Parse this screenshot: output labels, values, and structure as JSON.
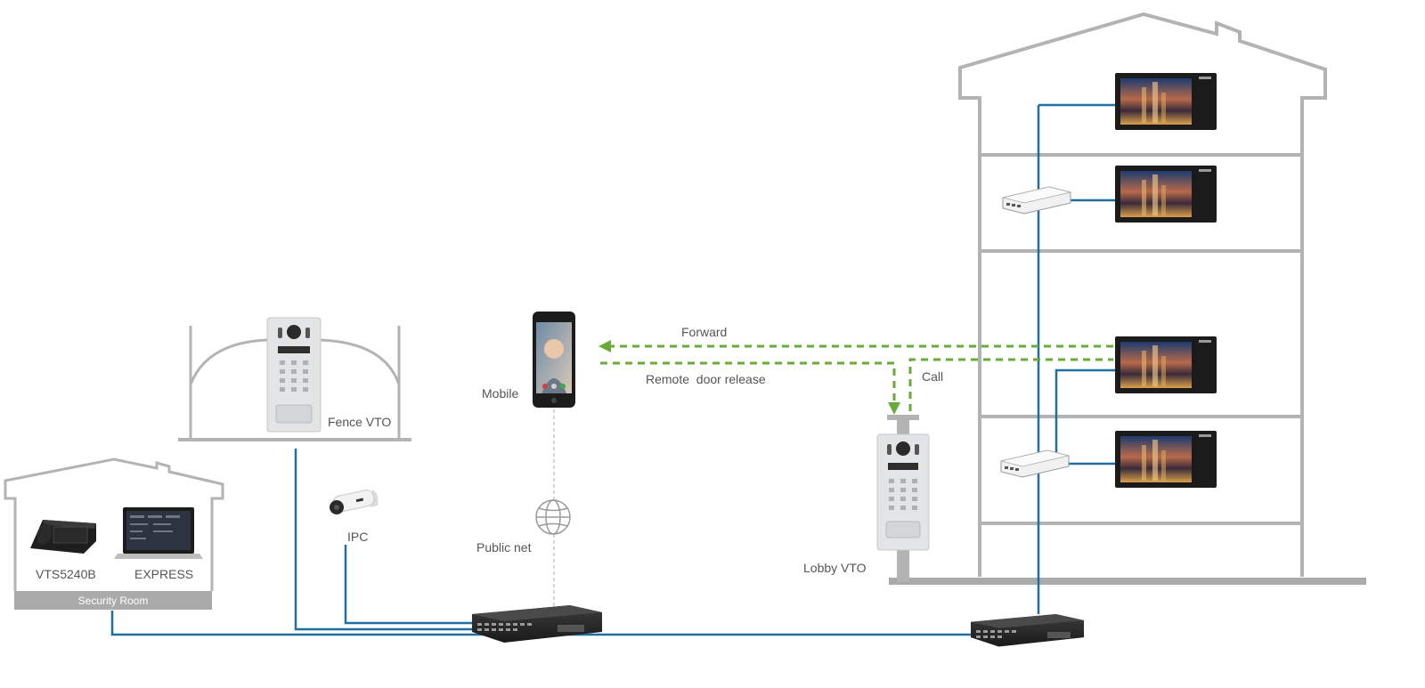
{
  "labels": {
    "security_room": "Security Room",
    "vts": "VTS5240B",
    "express": "EXPRESS",
    "fence_vto": "Fence VTO",
    "ipc": "IPC",
    "mobile": "Mobile",
    "public_net": "Public net",
    "forward": "Forward",
    "remote_door_release": "Remote  door release",
    "call": "Call",
    "lobby_vto": "Lobby VTO"
  },
  "colors": {
    "cable": "#1f6fa3",
    "signal": "#6aaa3a",
    "structure": "#b3b3b3",
    "ground": "#aaaaaa",
    "device_dark": "#2a2a2a",
    "panel_light": "#e3e4e6"
  },
  "icons": {
    "network": "globe-icon",
    "camera": "bullet-camera-icon",
    "phone": "smartphone-icon",
    "switch": "network-switch-icon",
    "monitor": "indoor-monitor-icon",
    "door_station": "door-station-icon",
    "poe_splitter": "poe-switch-icon"
  }
}
